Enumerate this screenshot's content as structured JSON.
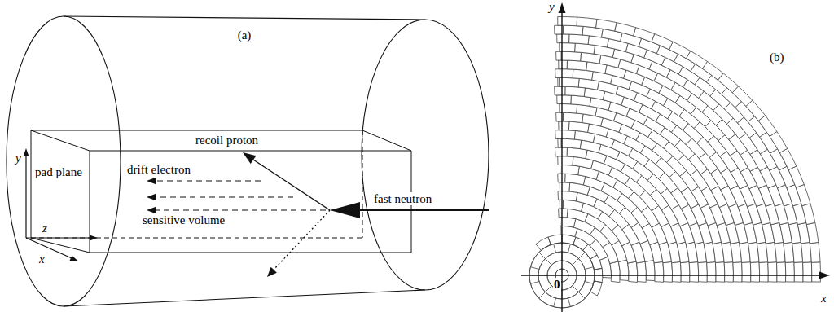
{
  "diagram": {
    "labels": [
      "(a)",
      "recoil proton",
      "pad plane",
      "drift electron",
      "sensitive volume",
      "fast neutron",
      "y",
      "x",
      "z",
      "(b)",
      "y",
      "x",
      "0"
    ]
  }
}
